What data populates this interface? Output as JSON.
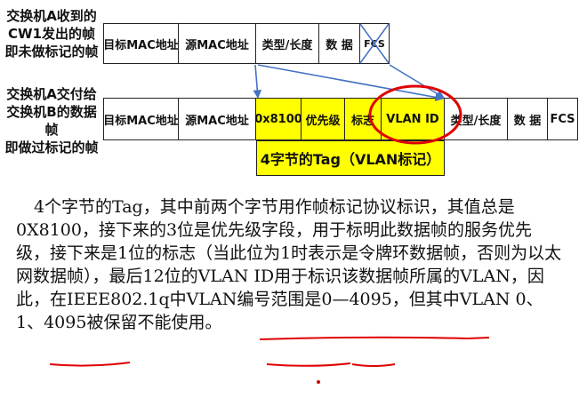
{
  "labels": {
    "untagged_frame": "交换机A收到的\nCW1发出的帧\n即未做标记的帧",
    "tagged_frame": "交换机A交付给\n交换机B的数据帧\n即做过标记的帧"
  },
  "frame_untagged": [
    "目标MAC地址",
    "源MAC地址",
    "类型/长度",
    "数 据",
    "FCS"
  ],
  "frame_tagged": [
    "目标MAC地址",
    "源MAC地址",
    "0x8100",
    "优先级",
    "标志",
    "VLAN ID",
    "类型/长度",
    "数 据",
    "FCS"
  ],
  "tag_label": "4字节的Tag（VLAN标记）",
  "paragraph": "4个字节的Tag，其中前两个字节用作帧标记协议标识，其值总是0X8100，接下来的3位是优先级字段，用于标明此数据帧的服务优先级，接下来是1位的标志（当此位为1时表示是令牌环数据帧，否则为以太网数据帧），最后12位的VLAN ID用于标识该数据帧所属的VLAN，因此，在IEEE802.1q中VLAN编号范围是0—4095，但其中VLAN 0、1、4095被保留不能使用。",
  "colors": {
    "tag_fill": "#ffff00",
    "arrow": "#4472c4",
    "annotation": "#e00000"
  }
}
